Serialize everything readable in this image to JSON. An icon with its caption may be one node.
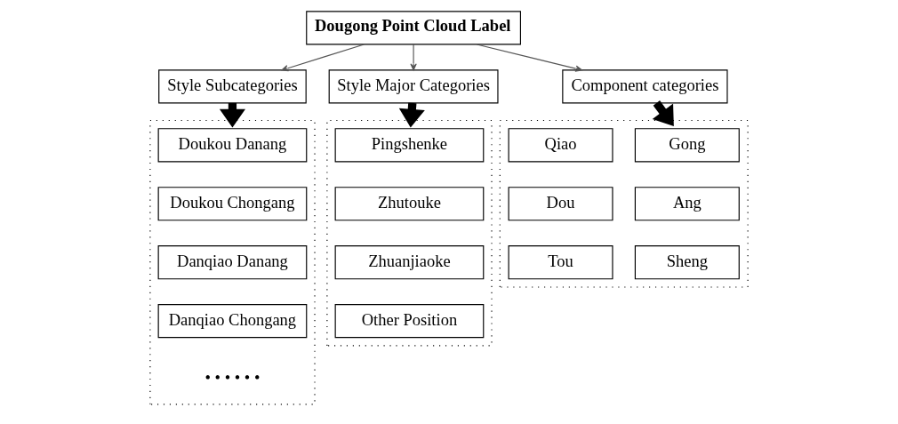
{
  "diagram": {
    "nodes": [
      {
        "text": [
          "Dougong Point Cloud Label"
        ]
      },
      {
        "text": [
          "Style Subcategories"
        ]
      },
      {
        "text": [
          "Style Major Categories"
        ]
      },
      {
        "text": [
          "Component categories"
        ]
      },
      {
        "text": [],
        "shape": "box"
      },
      {
        "text": [
          "Doukou Danang"
        ],
        "in": 4
      },
      {
        "text": [
          "Doukou Chongang"
        ],
        "in": 4
      },
      {
        "text": [
          "Danqiao Danang"
        ],
        "in": 4
      },
      {
        "text": [
          "Danqiao Chongang"
        ],
        "in": 4
      },
      {
        "text": [],
        "shape": "box"
      },
      {
        "text": [
          "Pingshenke"
        ],
        "in": 9
      },
      {
        "text": [
          "Zhutouke"
        ],
        "in": 9
      },
      {
        "text": [
          "Zhuanjiaoke"
        ],
        "in": 9
      },
      {
        "text": [
          "Other Position"
        ],
        "in": 9
      },
      {
        "text": [],
        "shape": "box"
      },
      {
        "text": [
          "Gong"
        ],
        "in": 14
      },
      {
        "text": [
          "Qiao"
        ],
        "in": 14
      },
      {
        "text": [
          "Ang"
        ],
        "in": 14
      },
      {
        "text": [
          "Dou"
        ],
        "in": 14
      },
      {
        "text": [
          "Sheng"
        ],
        "in": 14
      },
      {
        "text": [
          "Tou"
        ],
        "in": 14
      }
    ],
    "edges": [
      {
        "from": 0,
        "to": 1,
        "arrow": "to"
      },
      {
        "from": 0,
        "to": 2,
        "arrow": "to"
      },
      {
        "from": 0,
        "to": 3,
        "arrow": "to"
      },
      {
        "from": 1,
        "to": 4,
        "arrow": "to",
        "style": "thick"
      },
      {
        "from": 2,
        "to": 9,
        "arrow": "to",
        "style": "thick"
      },
      {
        "from": 3,
        "to": 14,
        "arrow": "to",
        "style": "thick"
      }
    ],
    "labels": [
      "• • • • • •"
    ]
  }
}
